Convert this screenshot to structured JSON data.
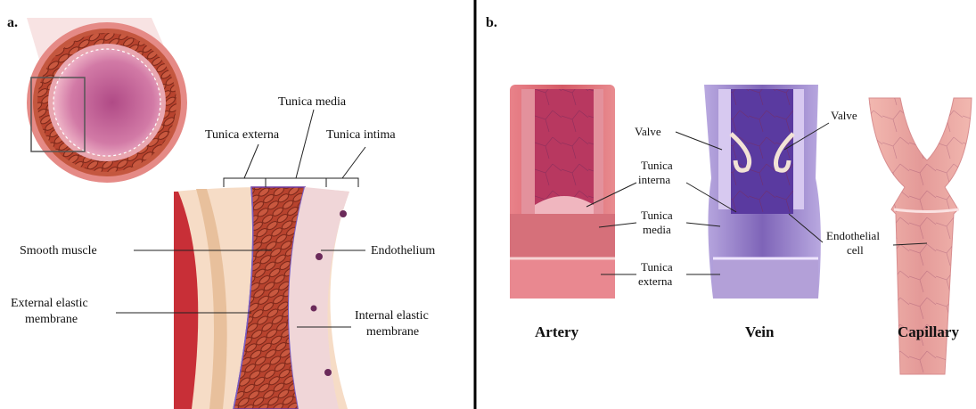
{
  "panel_a": {
    "letter": "a.",
    "labels": {
      "tunica_media": "Tunica media",
      "tunica_externa": "Tunica externa",
      "tunica_intima": "Tunica intima",
      "smooth_muscle": "Smooth muscle",
      "endothelium": "Endothelium",
      "external_elastic_1": "External elastic",
      "external_elastic_2": "membrane",
      "internal_elastic_1": "Internal elastic",
      "internal_elastic_2": "membrane"
    }
  },
  "panel_b": {
    "letter": "b.",
    "vessels": {
      "artery": "Artery",
      "vein": "Vein",
      "capillary": "Capillary"
    },
    "labels": {
      "valve_left": "Valve",
      "valve_right": "Valve",
      "tunica_interna_1": "Tunica",
      "tunica_interna_2": "interna",
      "tunica_media_1": "Tunica",
      "tunica_media_2": "media",
      "tunica_externa_1": "Tunica",
      "tunica_externa_2": "externa",
      "endothelial_1": "Endothelial",
      "endothelial_2": "cell"
    }
  },
  "colors": {
    "artery_red": "#d9606a",
    "vein_purple": "#8a6fc0",
    "muscle_red": "#b8432e",
    "divider": "#000000"
  }
}
